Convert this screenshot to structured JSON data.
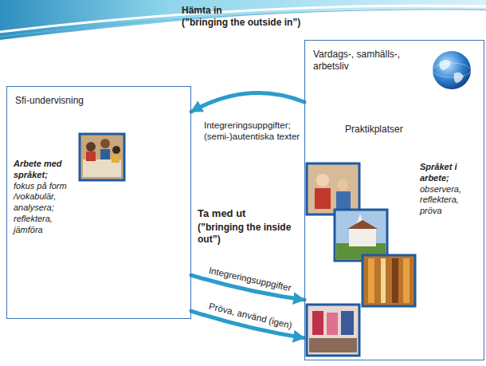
{
  "diagram": {
    "nodes": [
      {
        "text": [
          "Sfi-undervisning",
          "Arbete med språket;",
          "fokus på form /vokabulär, analysera; reflektera, jämföra"
        ]
      },
      {
        "text": [
          "Vardags-, samhälls-, arbetsliv",
          "Praktikplatser",
          "Språket i arbete;",
          "observera, reflektera, pröva"
        ]
      }
    ],
    "edges": [
      {
        "from": 1,
        "to": 0,
        "arrow": "to",
        "label": "Integreringsuppgifter; (semi-)autentiska texter"
      },
      {
        "from": 0,
        "to": 1,
        "arrow": "to",
        "label": "Integreringsuppgifter"
      },
      {
        "from": 0,
        "to": 1,
        "arrow": "to",
        "label": "Pröva, använd (igen)"
      }
    ],
    "labels": [
      "Hämta in",
      "(”bringing the outside in”)",
      "Ta med ut",
      "(”bringing the inside out”)"
    ]
  }
}
